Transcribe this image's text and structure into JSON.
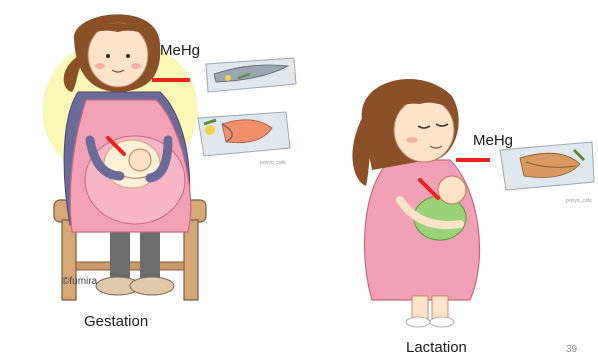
{
  "left_panel": {
    "arrow_label": "MeHg",
    "caption": "Gestation",
    "credit": "©fumira",
    "fish_credit": "ponyo_cafe"
  },
  "right_panel": {
    "arrow_label": "MeHg",
    "caption": "Lactation",
    "fish_credit": "ponyo_cafe"
  },
  "slide_number": "39",
  "colors": {
    "arrow": "#e8231e",
    "dress_pink": "#f3a2b6",
    "glow": "#fbf7b6",
    "hair": "#8a5128",
    "stool": "#d6a878"
  }
}
